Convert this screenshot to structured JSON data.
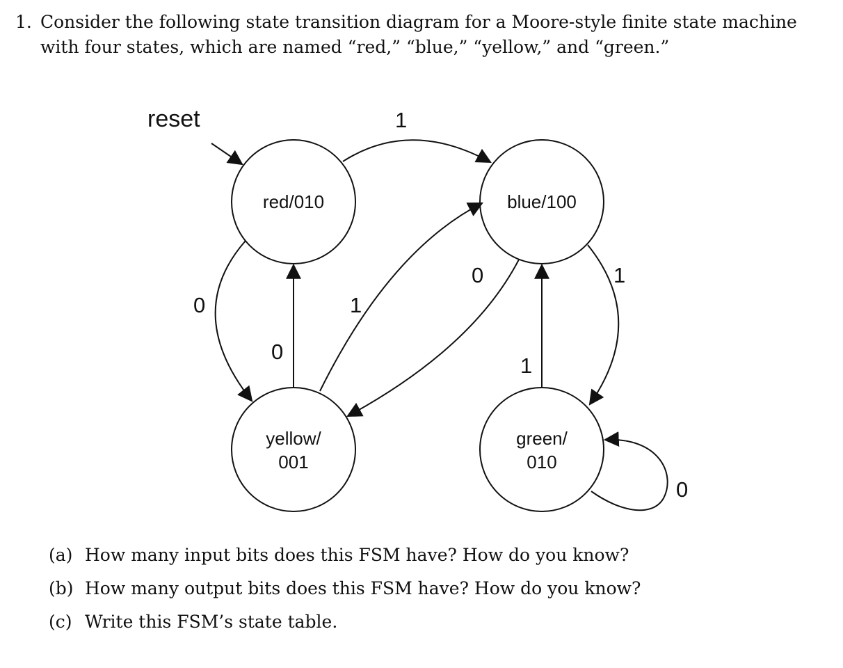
{
  "problem": {
    "number": "1.",
    "text": "Consider the following state transition diagram for a Moore-style finite state machine with four states, which are named “red,” “blue,” “yellow,” and “green.”"
  },
  "diagram": {
    "reset_label": "reset",
    "states": {
      "red": {
        "lines": [
          "red/010"
        ]
      },
      "blue": {
        "lines": [
          "blue/100"
        ]
      },
      "yellow": {
        "lines": [
          "yellow/",
          "001"
        ]
      },
      "green": {
        "lines": [
          "green/",
          "010"
        ]
      }
    },
    "transitions": [
      {
        "id": "red-blue",
        "from": "red",
        "to": "blue",
        "label": "1"
      },
      {
        "id": "red-yellow",
        "from": "red",
        "to": "yellow",
        "label": "0"
      },
      {
        "id": "yellow-red",
        "from": "yellow",
        "to": "red",
        "label": "0"
      },
      {
        "id": "yellow-blue",
        "from": "yellow",
        "to": "blue",
        "label": "1"
      },
      {
        "id": "blue-yellow",
        "from": "blue",
        "to": "yellow",
        "label": "0"
      },
      {
        "id": "blue-green",
        "from": "blue",
        "to": "green",
        "label": "1"
      },
      {
        "id": "green-blue",
        "from": "green",
        "to": "blue",
        "label": "1"
      },
      {
        "id": "green-green",
        "from": "green",
        "to": "green",
        "label": "0"
      }
    ]
  },
  "questions": [
    {
      "letter": "(a)",
      "text": "How many input bits does this FSM have? How do you know?"
    },
    {
      "letter": "(b)",
      "text": "How many output bits does this FSM have? How do you know?"
    },
    {
      "letter": "(c)",
      "text": "Write this FSM’s state table."
    }
  ]
}
